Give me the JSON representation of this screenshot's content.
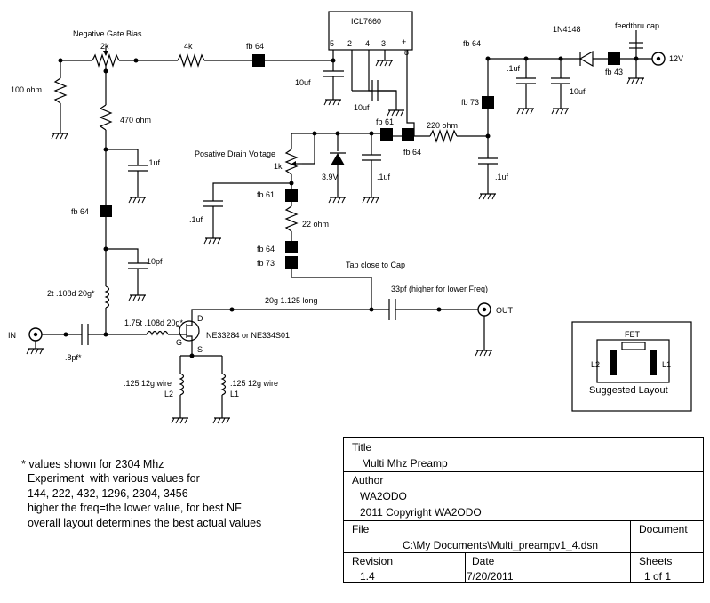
{
  "schematic": {
    "labels": {
      "neg_gate_bias": "Negative Gate Bias",
      "pot_2k": "2k",
      "res_4k": "4k",
      "fb64_top": "fb 64",
      "ic": "ICL7660",
      "ic_pin5": "5",
      "ic_pin2": "2",
      "ic_pin4": "4",
      "ic_pin3": "3",
      "ic_pin8": "8",
      "ic_plus": "+",
      "cap_10uf_left": "10uf",
      "cap_10uf_mid": "10uf",
      "diode": "1N4148",
      "feedthru": "feedthru cap.",
      "fb64_right": "fb 64",
      "cap_1uf_right": ".1uf",
      "cap_10uf_right": "10uf",
      "fb43": "fb 43",
      "v12": "12V",
      "fb73_right": "fb 73",
      "fb61_mid": "fb 61",
      "res_220": "220 ohm",
      "fb64_mid": "fb 64",
      "cap_1uf_far": ".1uf",
      "res_100": "100 ohm",
      "res_470": "470 ohm",
      "cap_1uf_left": ".1uf",
      "fb64_left": "fb 64",
      "cap_10pf": "10pf",
      "pos_drain": "Posative Drain Voltage",
      "pot_1k": "1k",
      "zener": "3.9V",
      "cap_1uf_zener": ".1uf",
      "fb61_low": "fb 61",
      "cap_1uf_drain": ".1uf",
      "res_22": "22 ohm",
      "fb64_low": "fb 64",
      "fb73_low": "fb 73",
      "tap": "Tap close to Cap",
      "coil_2t": "2t .108d 20g*",
      "line_20g": "20g 1.125 long",
      "cap_33pf": "33pf  (higher for lower Freq)",
      "in": "IN",
      "cap_8pf": ".8pf*",
      "coil_175": "1.75t .108d 20g*",
      "fet_d": "D",
      "fet_g": "G",
      "fet_s": "S",
      "fet_part": "NE33284 or NE334S01",
      "out": "OUT",
      "l2_wire": ".125 12g wire",
      "l2": "L2",
      "l1_wire": ".125 12g wire",
      "l1": "L1",
      "layout_fet": "FET",
      "layout_l2": "L2",
      "layout_l1": "L1",
      "layout_caption": "Suggested Layout"
    }
  },
  "notes": [
    "* values shown for 2304 Mhz",
    "  Experiment  with various values for",
    "  144, 222, 432, 1296, 2304, 3456",
    "  higher the freq=the lower value, for best NF",
    "  overall layout determines the best actual values"
  ],
  "title_block": {
    "title_label": "Title",
    "title_value": "Multi  Mhz Preamp",
    "author_label": "Author",
    "author_value": "WA2ODO",
    "copyright": "2011 Copyright WA2ODO",
    "file_label": "File",
    "file_value": "C:\\My Documents\\Multi_preampv1_4.dsn",
    "document_label": "Document",
    "revision_label": "Revision",
    "revision_value": "1.4",
    "date_label": "Date",
    "date_value": "7/20/2011",
    "sheets_label": "Sheets",
    "sheets_value": "1 of 1"
  }
}
